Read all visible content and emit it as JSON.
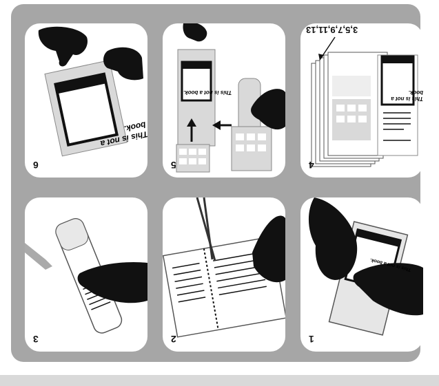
{
  "steps": [
    {
      "number": "1"
    },
    {
      "number": "2"
    },
    {
      "number": "3"
    },
    {
      "number": "4",
      "page_sequence": "3,5,7,9,11,13",
      "cover_text": "This is not a book."
    },
    {
      "number": "5",
      "cover_text": "This is not a book."
    },
    {
      "number": "6",
      "cover_text": "This is not a book."
    }
  ],
  "mini_cover_text": "This is not a book.",
  "colors": {
    "frame": "#a6a6a6",
    "panel": "#ffffff",
    "ink": "#111111"
  }
}
